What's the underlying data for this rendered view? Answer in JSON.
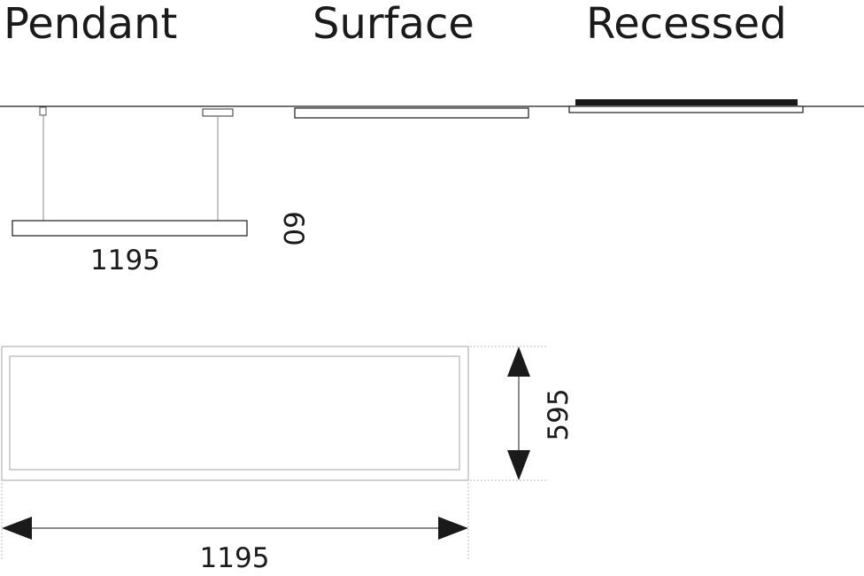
{
  "titles": {
    "pendant": "Pendant",
    "surface": "Surface",
    "recessed": "Recessed"
  },
  "dimensions": {
    "pendant_length": "1195",
    "pendant_height": "60",
    "panel_width": "1195",
    "panel_height": "595"
  },
  "colors": {
    "line": "#1a1a1a",
    "light_line": "#aaaaaa",
    "background": "#ffffff"
  }
}
